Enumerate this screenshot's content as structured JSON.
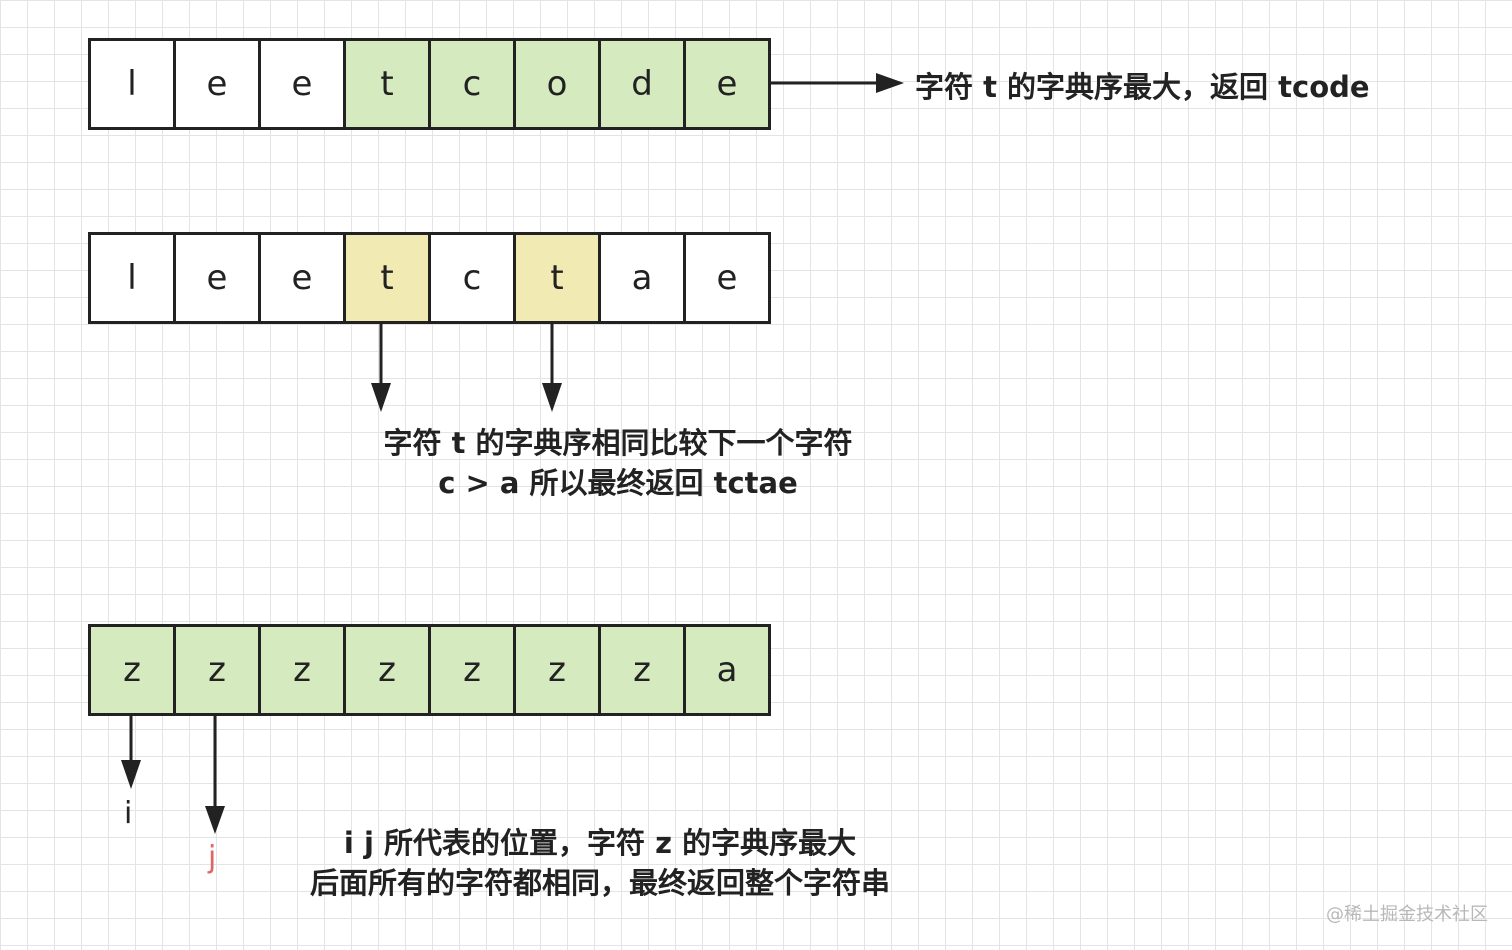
{
  "rows": [
    {
      "cells": [
        "l",
        "e",
        "e",
        "t",
        "c",
        "o",
        "d",
        "e"
      ],
      "highlight": [
        0,
        0,
        0,
        1,
        1,
        1,
        1,
        1
      ],
      "highlight_color": "#d5ebbf"
    },
    {
      "cells": [
        "l",
        "e",
        "e",
        "t",
        "c",
        "t",
        "a",
        "e"
      ],
      "highlight": [
        0,
        0,
        0,
        1,
        0,
        1,
        0,
        0
      ],
      "highlight_color": "#f2eab3"
    },
    {
      "cells": [
        "z",
        "z",
        "z",
        "z",
        "z",
        "z",
        "z",
        "a"
      ],
      "highlight": [
        1,
        1,
        1,
        1,
        1,
        1,
        1,
        1
      ],
      "highlight_color": "#d5ebbf"
    }
  ],
  "captions": {
    "row1": "字符 t 的字典序最大，返回   tcode",
    "row2_line1": "字符 t 的字典序相同比较下一个字符",
    "row2_line2": "c > a 所以最终返回 tctae",
    "row3_line1": "i j 所代表的位置，字符 z 的字典序最大",
    "row3_line2": "后面所有的字符都相同，最终返回整个字符串"
  },
  "pointers": {
    "i": "i",
    "j": "j"
  },
  "colors": {
    "j_label": "#e06666",
    "line": "#222222"
  },
  "watermark": "@稀土掘金技术社区"
}
